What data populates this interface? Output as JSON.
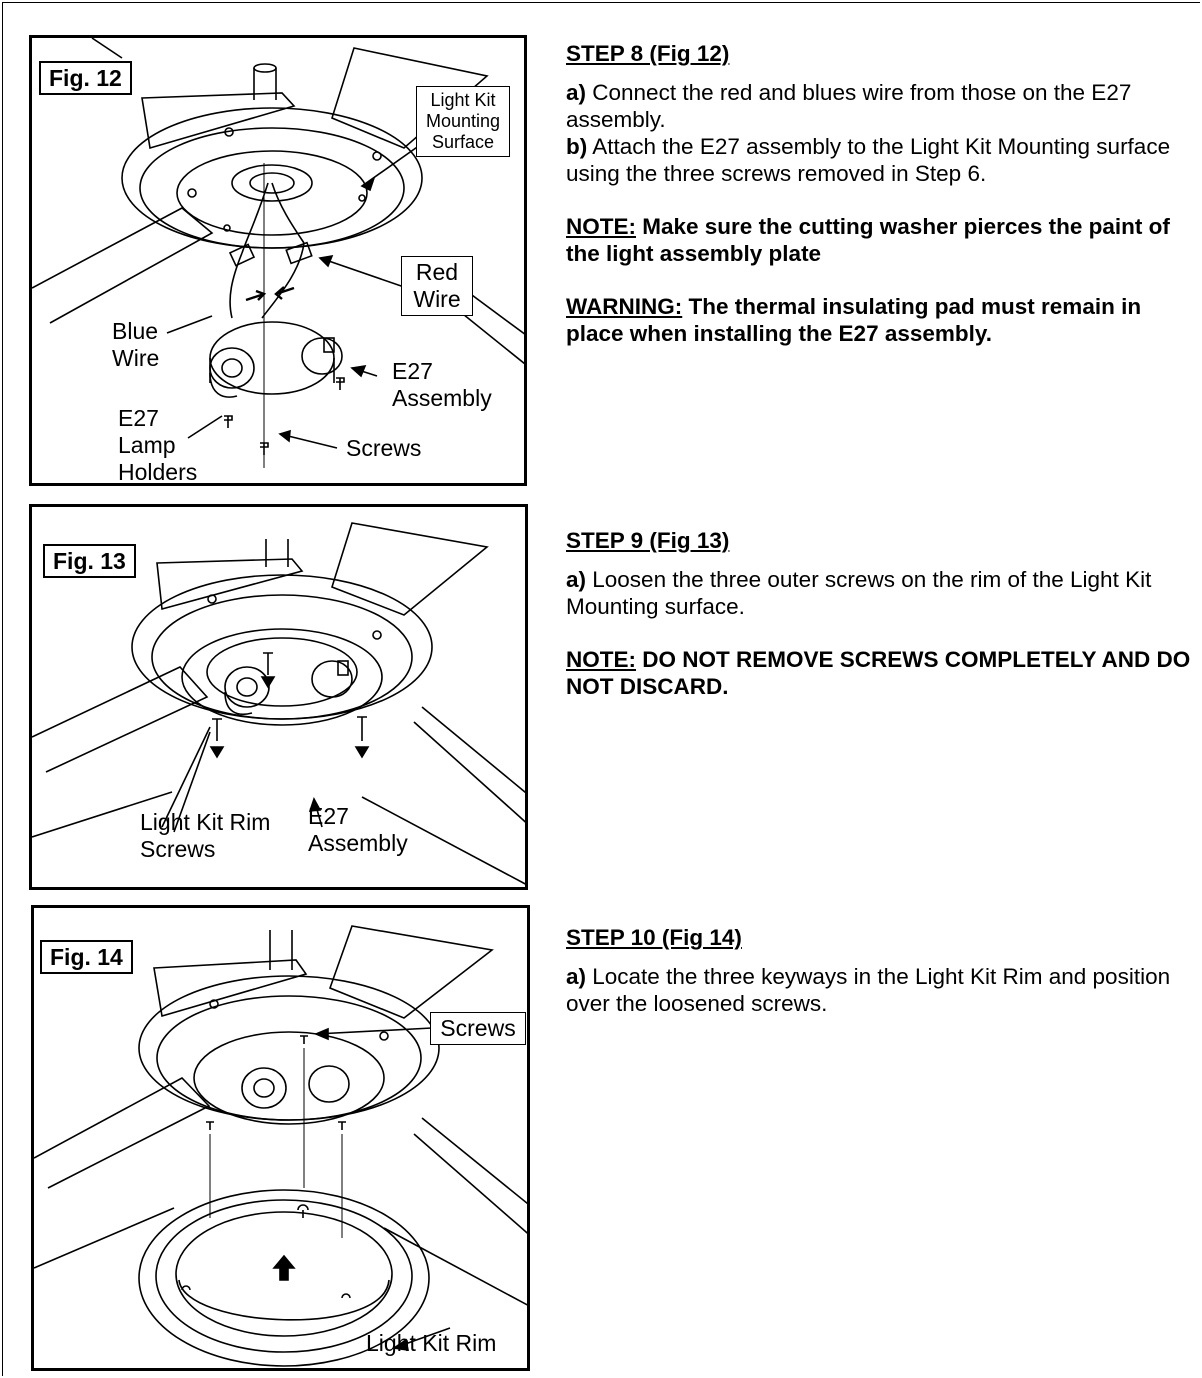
{
  "figures": {
    "fig12": {
      "tag": "Fig. 12",
      "labels": {
        "mounting_surface": "Light Kit Mounting Surface",
        "red_wire": "Red Wire",
        "blue_wire": "Blue Wire",
        "e27_assembly": "E27 Assembly",
        "lamp_holders": "E27 Lamp Holders",
        "screws": "Screws"
      }
    },
    "fig13": {
      "tag": "Fig. 13",
      "labels": {
        "rim_screws": "Light Kit Rim Screws",
        "e27_assembly": "E27 Assembly"
      }
    },
    "fig14": {
      "tag": "Fig. 14",
      "labels": {
        "screws": "Screws",
        "light_kit_rim": "Light Kit Rim"
      }
    }
  },
  "steps": {
    "step8": {
      "title": "STEP 8 (Fig 12)",
      "a_label": "a)",
      "a_text": " Connect the red and blues wire from those on the E27 assembly.",
      "b_label": "b)",
      "b_text": " Attach the E27 assembly to the Light Kit Mounting surface using the three screws removed in Step 6.",
      "note_label": "NOTE:",
      "note_text": " Make sure the cutting washer pierces the paint of the light assembly plate",
      "warning_label": "WARNING:",
      "warning_text": " The thermal insulating pad must remain in place when installing the E27 assembly."
    },
    "step9": {
      "title": "STEP 9 (Fig 13)",
      "a_label": "a)",
      "a_text": " Loosen the three outer screws on the rim of the Light Kit Mounting surface.",
      "note_label": "NOTE:",
      "note_text": " DO NOT REMOVE SCREWS COMPLETELY AND DO NOT DISCARD."
    },
    "step10": {
      "title": "STEP 10 (Fig 14)",
      "a_label": "a)",
      "a_text": " Locate the three keyways in the Light Kit Rim and position over the loosened screws."
    }
  }
}
